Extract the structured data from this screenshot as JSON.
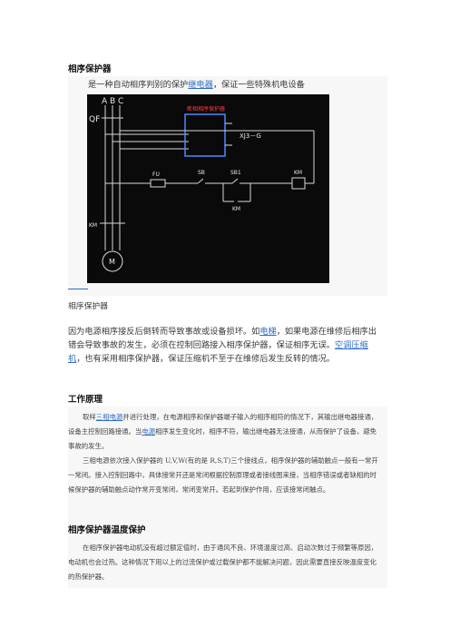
{
  "s1": {
    "heading": "相序保护器",
    "intro": {
      "pre": "是一种自动相序判别的保护",
      "link": "继电器",
      "post": "，保证一些特殊机电设备"
    },
    "figure": {
      "phases": "A B C",
      "qf": "QF",
      "km_left": "KM",
      "device_title": "断相相序保护器",
      "xj3": "XJ3－G",
      "fu": "FU",
      "sb": "SB",
      "sb1": "SB1",
      "km_coil": "KM",
      "km_contact": "KM",
      "motor": "M"
    },
    "caption": "相序保护器",
    "para": {
      "a": "因为电源相序接反后倒转而导致事故或设备损坏。如",
      "link1": "电梯",
      "b": "，如果电源在维修后相序出错会导致事故的发生，必须在控制回路接入相序保护器，保证相序无误。",
      "link2": "空调压缩机",
      "c": "，也有采用相序保护器，保证压缩机不至于在维修后发生反转的情况。"
    }
  },
  "s2": {
    "heading": "工作原理",
    "p1": {
      "a": "取样",
      "link1": "三相电源",
      "b": "并进行处理，在电源相序和保护器端子输入的相序相符的情况下，其输出继电器接通，设备主控制回路接通。当",
      "link2": "电源",
      "c": "相序发生变化时，相序不符，输出继电器无法接通，从而保护了设备，避免事故的发生。"
    },
    "p2": "三相电源依次接入保护器的 U,V,W(有的是 R,S,T)三个接线点，相序保护器的辅助触点一般有一常开一常闭。接入控制回路中，具体接常开还是常闭根据控制原理或者接线图来接，当相序错误或者缺相的时候保护器的辅助触点动作常开变常闭，常闭变常开。若起到保护作用，应该接常闭触点。"
  },
  "s3": {
    "heading": "相序保护器温度保护",
    "p1": "在相序保护器电动机没有超过额定值时，由于通风不良、环境温度过高、启动次数过于频繁等原因，电动机也会过热。这种情况下用以上的过流保护或过载保护都不能解决问题，因此需要直接反映温度变化的热保护器。"
  }
}
